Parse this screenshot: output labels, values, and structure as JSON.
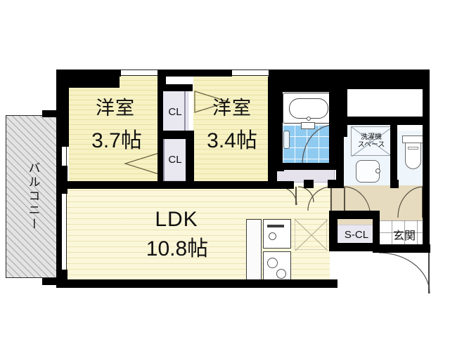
{
  "plan": {
    "type": "floor-plan",
    "units": "帖 (jo / tatami mats)",
    "rooms": [
      {
        "id": "washitsu_left",
        "name": "洋室",
        "size": "3.7帖",
        "size_value": 3.7
      },
      {
        "id": "washitsu_right",
        "name": "洋室",
        "size": "3.4帖",
        "size_value": 3.4
      },
      {
        "id": "ldk",
        "name": "LDK",
        "size": "10.8帖",
        "size_value": 10.8
      }
    ],
    "labels": {
      "room_left_name": "洋室",
      "room_left_size": "3.7帖",
      "room_right_name": "洋室",
      "room_right_size": "3.4帖",
      "ldk_name": "LDK",
      "ldk_size": "10.8帖",
      "balcony": "バルコニー",
      "closet_upper": "CL",
      "closet_lower": "CL",
      "shoe_closet": "S-CL",
      "entrance": "玄関",
      "laundry_line1": "洗濯機",
      "laundry_line2": "スペース"
    },
    "fixtures": [
      {
        "name": "bathtub",
        "label": ""
      },
      {
        "name": "bath-tiled-floor",
        "label": ""
      },
      {
        "name": "vanity-sink",
        "label": ""
      },
      {
        "name": "toilet",
        "label": ""
      },
      {
        "name": "washer-space",
        "label": "洗濯機スペース"
      },
      {
        "name": "kitchen-sink",
        "label": ""
      },
      {
        "name": "stove-two-burner",
        "label": ""
      },
      {
        "name": "refrigerator-space",
        "label": ""
      }
    ],
    "colors": {
      "wall": "#000000",
      "room_floor": "#f7f2c4",
      "ldk_floor": "#fbf7da",
      "hall_floor": "#e6dbbf",
      "balcony": "#e3e3e3",
      "wet_area": "#eef5fb",
      "bath_tile": "#8fcaf0",
      "closet": "#e9e7f0"
    }
  }
}
